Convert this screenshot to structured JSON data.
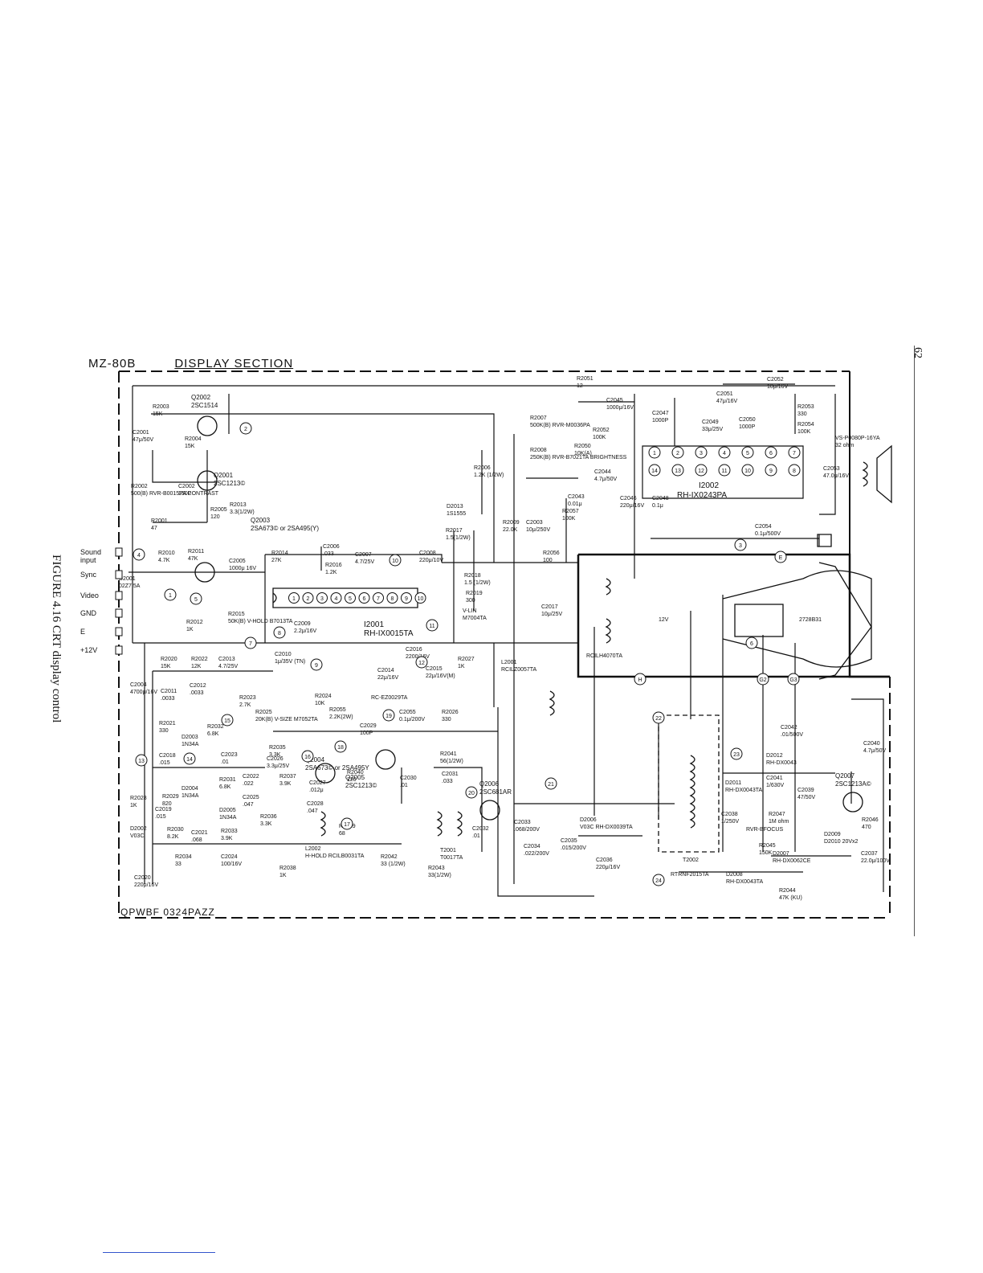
{
  "header": {
    "model": "MZ-80B",
    "section": "DISPLAY SECTION"
  },
  "caption": "FIGURE 4.16  CRT display control",
  "page_number": "62",
  "board_code": "QPWBF  0324PAZZ",
  "inputs": [
    "Sound input",
    "Sync",
    "Video",
    "GND",
    "E",
    "+12V"
  ],
  "transistors": [
    {
      "ref": "Q2002",
      "part": "2SC1514"
    },
    {
      "ref": "Q2001",
      "part": "2SC1213©"
    },
    {
      "ref": "Q2003",
      "part": "2SA673© or 2SA495(Y)"
    },
    {
      "ref": "Q2004",
      "part": "2SA673© or 2SA495Y"
    },
    {
      "ref": "Q2005",
      "part": "2SC1213©"
    },
    {
      "ref": "Q2006",
      "part": "2SC681AR"
    },
    {
      "ref": "Q2007",
      "part": "2SC1213A©"
    }
  ],
  "ics": [
    {
      "ref": "I2001",
      "part": "RH-IX0015TA",
      "pins": [
        "1",
        "2",
        "3",
        "4",
        "5",
        "6",
        "7",
        "8",
        "9",
        "10"
      ]
    },
    {
      "ref": "I2002",
      "part": "RH-IX0243PA",
      "pins_top": [
        "1",
        "2",
        "3",
        "4",
        "5",
        "6",
        "7"
      ],
      "pins_bottom": [
        "14",
        "13",
        "12",
        "11",
        "10",
        "9",
        "8"
      ]
    }
  ],
  "labels": {
    "r2003": "R2003 15K",
    "c2001": "C2001 47μ/50V",
    "r2004": "R2004 15K",
    "r2002": "R2002 500(B) RVR-B0015PA CONTRAST",
    "c2002": "C2002 150P",
    "r2005": "R2005 120",
    "r2001": "R2001 47",
    "r2010": "R2010 4.7K",
    "r2011": "R2011 47K",
    "d2001": "D2001 02Z7.5A",
    "r2012": "R2012 1K",
    "r2013": "R2013 3.3(1/2W)",
    "c2005": "C2005 1000μ 16V",
    "r2014": "R2014 27K",
    "c2006": "C2006 .033",
    "r2016": "R2016 1.2K",
    "c2007": "C2007 4.7/25V",
    "c2008": "C2008 220μ/10V",
    "r2017": "R2017 1.5(1/2W)",
    "r2018": "R2018 1.5 (1/2W)",
    "r2019": "R2019 300",
    "vlin": "V-LIN M7004TA",
    "r2015": "R2015 50K(B) V-HOLD B7013TA",
    "c2009": "C2009 2.2μ/16V",
    "c2010": "C2010 1μ/35V (TN)",
    "c2016": "C2016 2200/16V",
    "r2027": "R2027 1K",
    "c2014": "C2014 22μ/16V",
    "c2015": "C2015 22μ/16V(M)",
    "rc2029": "RC-EZ0029TA",
    "r2026": "R2026 330",
    "r2024": "R2024 10K",
    "r2020": "R2020 15K",
    "r2022": "R2022 12K",
    "c2013": "C2013 4.7/25V",
    "c2004": "C2004 4700μ/16V",
    "c2011": "C2011 .0033",
    "c2012": "C2012 .0033",
    "r2023": "R2023 2.7K",
    "r2025": "R2025 20K(B) V-SIZE M7052TA",
    "r2055": "R2055 2.2K(2W)",
    "c2029": "C2029 100P",
    "c2055": "C2055 0.1μ/200V",
    "r2021": "R2021 330",
    "d2003": "D2003 1N34A",
    "r2032": "R2032 6.8K",
    "c2018": "C2018 .015",
    "c2023": "C2023 .01",
    "r2035": "R2035 3.3K",
    "c2026": "C2026 3.3μ/25V",
    "r2029": "R2029 820",
    "d2004": "D2004 1N34A",
    "r2031": "R2031 6.8K",
    "c2022": "C2022 .022",
    "r2037": "R2037 3.9K",
    "c2027": "C2027 .012μ",
    "r2040": "R2040 220",
    "c2030": "C2030 .01",
    "r2041": "R2041 56(1/2W)",
    "c2031": "C2031 .033",
    "r2028": "R2028 1K",
    "c2019": "C2019 .015",
    "d2005": "D2005 1N34A",
    "c2025": "C2025 .047",
    "r2036": "R2036 3.3K",
    "c2028": "C2028 .047",
    "r2039": "R2039 68",
    "d2002": "D2002 V03C",
    "r2030": "R2030 8.2K",
    "c2021": "C2021 .068",
    "r2033": "R2033 3.9K",
    "c2020": "C2020 220μ/16V",
    "r2034": "R2034 33",
    "c2024": "C2024 100/16V",
    "r2038": "R2038 1K",
    "l2002": "L2002 H-HOLD RCILB0031TA",
    "t2001": "T2001 T0017TA",
    "c2032": "C2032 .01",
    "r2042": "R2042 33 (1/2W)",
    "r2043": "R2043 33(1/2W)",
    "r2051": "R2051 12",
    "c2045": "C2045 1000μ/16V",
    "r2007": "R2007 500K(B) RVR-M0036PA",
    "r2008": "R2008 250K(B) RVR-B7021TA BRIGHTNESS",
    "r2006": "R2006 1.2K (1/2W)",
    "d2013": "D2013 1S1555",
    "r2009": "R2009 22.0K",
    "c2003": "C2003 10μ/250V",
    "r2050": "R2050 10K(A)",
    "c2043": "C2043 0.01μ",
    "c2044": "C2044 4.7μ/50V",
    "r2057": "R2057 100K",
    "r2052": "R2052 100K",
    "c2047": "C2047 1000P",
    "c2049": "C2049 33μ/25V",
    "c2050": "C2050 1000P",
    "c2051": "C2051 47μ/16V",
    "c2052": "C2052 10μ/16V",
    "r2053": "R2053 330",
    "r2054": "R2054 100K",
    "c2046": "C2046 220μ/16V",
    "c2048": "C2048 0.1μ",
    "speaker": "VS-P0080P-16YA 32 ohm",
    "c2053": "C2053 47.0μ/16V",
    "c2054": "C2054 0.1μ/500V",
    "r2056": "R2056 100",
    "c2017": "C2017 10μ/25V",
    "l2001": "L2001 RCILZ0057TA",
    "rcilh": "RCILH4070TA",
    "crt": "2728B31",
    "v12": "12V",
    "c2042": "C2042 .01/500V",
    "d2012": "D2012 RH-DX0043",
    "c2040": "C2040 4.7μ/50V",
    "d2011": "D2011 RH-DX0043TA",
    "c2041": "C2041 1/630V",
    "r2047": "R2047 1M ohm",
    "rvrfocus": "RVR-BFOCUS",
    "c2038": "C2038 1/250V",
    "r2045": "R2045 150K",
    "d2007": "D2007 RH-DX0062CE",
    "c2039": "C2039 47/50V",
    "d2009": "D2009 D2010 20Vx2",
    "r2046": "R2046 470",
    "c2037": "C2037 22.0μ/100V",
    "c2033": "C2033 .068/200V",
    "c2034": "C2034 .022/200V",
    "c2035": "C2035 .015/200V",
    "d2006": "D2006 V03C RH-DX0039TA",
    "c2036": "C2036 220μ/16V",
    "t2002": "T2002",
    "rtrnf": "RTRNF2015TA",
    "d2008": "D2008 RH-DX0043TA",
    "r2044": "R2044 47K (KU)"
  },
  "test_points": [
    "1",
    "2",
    "3",
    "4",
    "5",
    "6",
    "7",
    "8",
    "9",
    "10",
    "11",
    "12",
    "13",
    "14",
    "15",
    "16",
    "17",
    "18",
    "19",
    "20",
    "21",
    "22",
    "23",
    "24"
  ],
  "connector_letters": [
    "E",
    "H",
    "G2",
    "G3"
  ]
}
